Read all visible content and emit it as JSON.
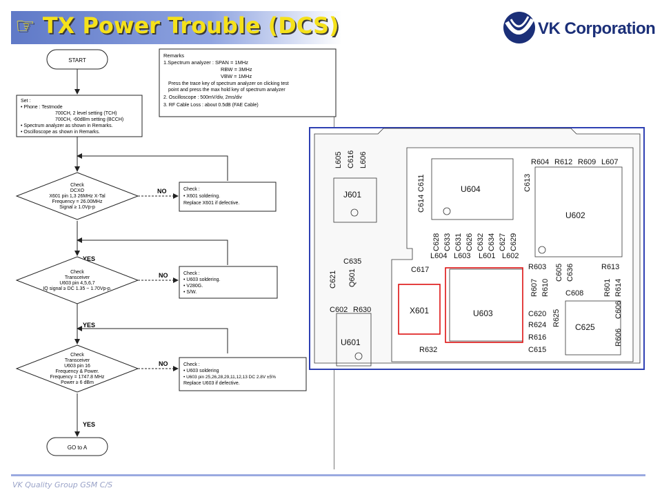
{
  "header": {
    "title": "☞ TX Power Trouble (DCS)",
    "logo_text": "VK Corporation"
  },
  "footer": {
    "text": "VK Quality Group GSM C/S"
  },
  "remarks": {
    "lines": [
      "Remarks",
      "1.Spectrum analyzer :   SPAN =  1MHz",
      "RBW   =  3MHz",
      "VBW   =  1MHz",
      "Press the trace key of spectrum analyzer on clicking test",
      "point and press the max hold key of spectrum analyzer",
      "2. Oscilloscope : 500mV/div, 2ms/div",
      "3. RF Cable Loss : about 0.5dB (FAE Cable)"
    ]
  },
  "flow": {
    "start": "START",
    "set": [
      "Set :",
      "• Phone : Testmode",
      "700CH, 2 level setting (TCH)",
      "700CH, -60dBm setting (BCCH)",
      "• Spectrum analyzer as shown in Remarks.",
      "• Oscilloscope as shown in Remarks."
    ],
    "dec1": [
      "Check",
      "DCXO",
      "X601 pin 1,3 26MHz X-Tal",
      "Frequency = 26.00MHz",
      "Signal ≥ 1.0Vp-p"
    ],
    "dec2": [
      "Check",
      "Transceiver",
      "U603 pin 4,5,6,7",
      "IQ signal ≥ DC 1.35 ~ 1.70Vp-p."
    ],
    "dec3": [
      "Check",
      "Transceiver",
      "U603 pin 16",
      "Frequency & Power.",
      "Frequency = 1747.8 MHz",
      "Power ≥ 6 dBm"
    ],
    "chk1": [
      "Check :",
      "• X601 soldering.",
      "Replace X601 if defective."
    ],
    "chk2": [
      "Check :",
      "• U603 soldering.",
      "• V280G.",
      "• S/W."
    ],
    "chk3": [
      "Check :",
      "• U603 soldering",
      "• U603 pin 25,26,28,29,11,12,13 DC 2.8V ±5%",
      "Replace U603 if defective."
    ],
    "yes": "YES",
    "no": "NO",
    "end": "GO to A"
  },
  "pcb": {
    "labels": [
      "L605",
      "C616",
      "L606",
      "J601",
      "C635",
      "Q601",
      "C621",
      "C617",
      "C602",
      "R630",
      "U601",
      "C614",
      "C611",
      "U604",
      "C613",
      "R604",
      "R612",
      "R609",
      "L607",
      "U602",
      "C628",
      "C633",
      "C631",
      "C626",
      "C632",
      "C634",
      "C627",
      "C629",
      "L604",
      "L603",
      "L601",
      "L602",
      "R603",
      "R607",
      "R610",
      "C605",
      "C636",
      "R613",
      "R601",
      "R614",
      "C608",
      "X601",
      "U603",
      "C620",
      "R625",
      "R624",
      "R616",
      "C615",
      "R632",
      "C625",
      "C606",
      "R606"
    ]
  }
}
